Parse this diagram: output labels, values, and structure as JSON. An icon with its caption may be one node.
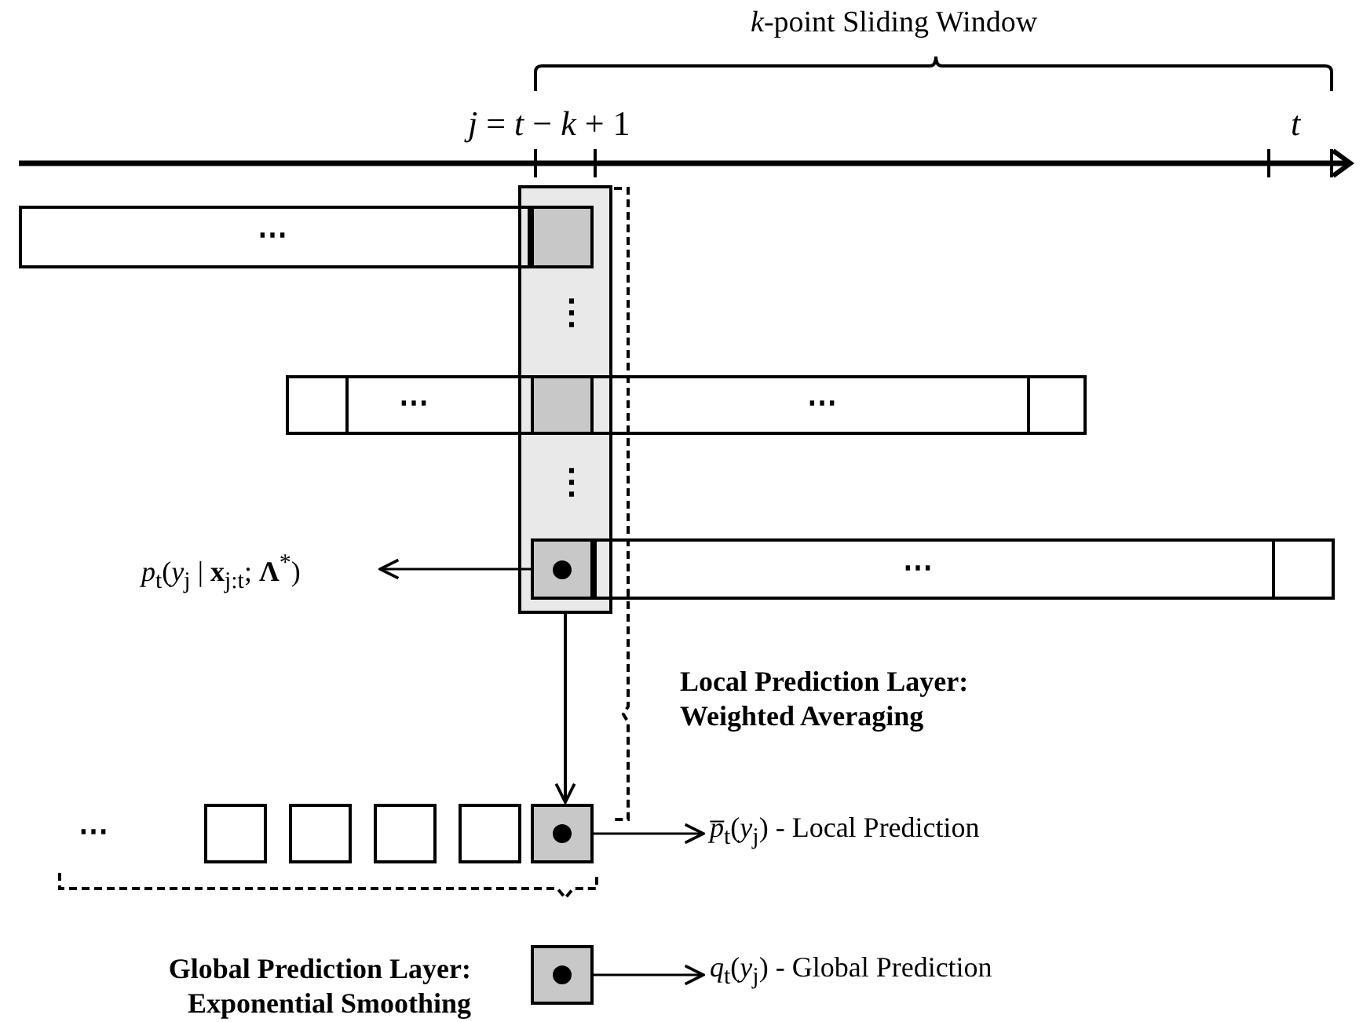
{
  "diagram": {
    "nodes": [
      {
        "text": [],
        "shape": "box"
      },
      {
        "text": [
          "⋯"
        ]
      },
      {
        "text": [],
        "shape": "box",
        "in": 0
      },
      {
        "text": [
          "⋯",
          "⋯"
        ]
      },
      {
        "text": [],
        "shape": "box",
        "in": 3
      },
      {
        "text": [],
        "shape": "box"
      },
      {
        "text": [],
        "shape": "box",
        "in": 3
      },
      {
        "text": [
          "⋯"
        ]
      },
      {
        "text": [],
        "shape": "box",
        "in": 0
      },
      {
        "text": [],
        "shape": "box",
        "in": 7
      },
      {
        "text": [
          "*p*$_{t}$(*y*$_{j}$ | **x**$_{j:t}$; **Λ**$^{*}$)"
        ]
      },
      {
        "text": [],
        "shape": "box"
      },
      {
        "text": [],
        "shape": "box"
      },
      {
        "text": [],
        "shape": "box"
      },
      {
        "text": [],
        "shape": "box"
      },
      {
        "text": [],
        "shape": "box"
      },
      {
        "text": [
          "*p̅*$_{t}$(*y*$_{j}$)  -  Local Prediction"
        ]
      },
      {
        "text": [],
        "shape": "box"
      },
      {
        "text": [
          "*q*$_{t}$(*y*$_{j}$)  -  Global Prediction"
        ]
      }
    ],
    "edges": [
      {
        "from": 8,
        "to": 10,
        "arrow": "to"
      },
      {
        "from": 0,
        "to": 15,
        "arrow": "to"
      },
      {
        "from": 15,
        "to": 16,
        "arrow": "to"
      },
      {
        "from": 17,
        "to": 18,
        "arrow": "to"
      }
    ],
    "labels": [
      "*k*-point Sliding Window",
      "*j* = *t* − *k* + 1",
      "*t*",
      "⋮",
      "⋮",
      "Local Prediction Layer: Weighted Averaging",
      "⋯",
      "Global Prediction Layer: Exponential Smoothing"
    ]
  }
}
